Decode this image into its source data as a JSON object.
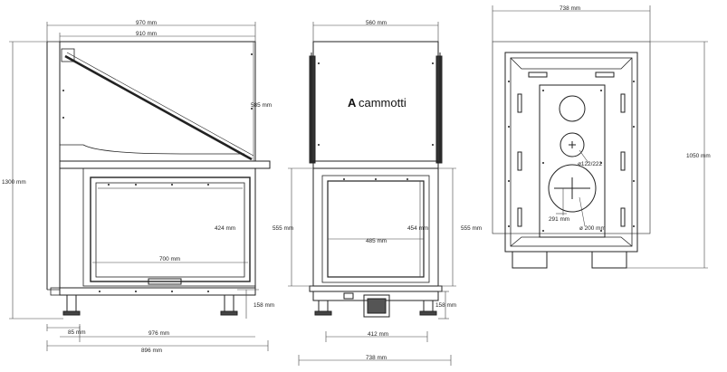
{
  "brand": "cammotti",
  "brand_mark": "A",
  "views": {
    "side": {
      "dims": {
        "w970": "970 mm",
        "w910": "910 mm",
        "h1300": "1300 mm",
        "h585": "585 mm",
        "w700": "700 mm",
        "h424": "424 mm",
        "h158": "158 mm",
        "w85": "85 mm",
        "w976": "976 mm",
        "w896": "896 mm"
      }
    },
    "front": {
      "dims": {
        "w560": "560 mm",
        "h555_left": "555 mm",
        "w485": "485 mm",
        "h454": "454 mm",
        "h555_right": "555 mm",
        "h158": "158 mm",
        "w412": "412 mm",
        "w738": "738 mm"
      }
    },
    "rear": {
      "dims": {
        "w738": "738 mm",
        "h1050": "1050 mm",
        "d122": "ø122/222",
        "d200": "ø 200 mm",
        "h291": "291 mm"
      }
    }
  }
}
